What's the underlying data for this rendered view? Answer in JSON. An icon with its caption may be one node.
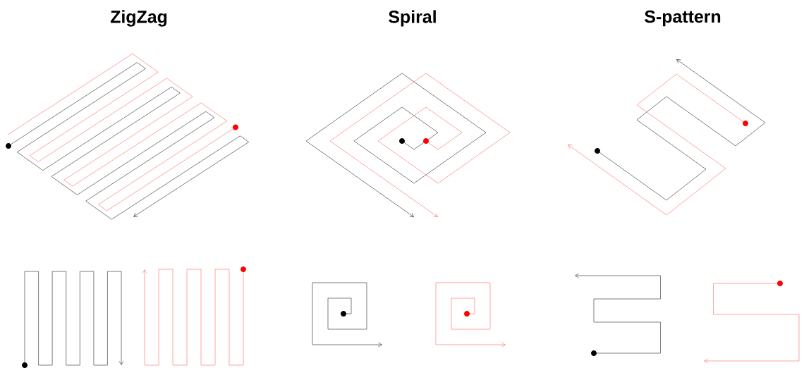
{
  "diagram": {
    "labels": [
      "ZigZag",
      "Spiral",
      "S-pattern"
    ]
  }
}
